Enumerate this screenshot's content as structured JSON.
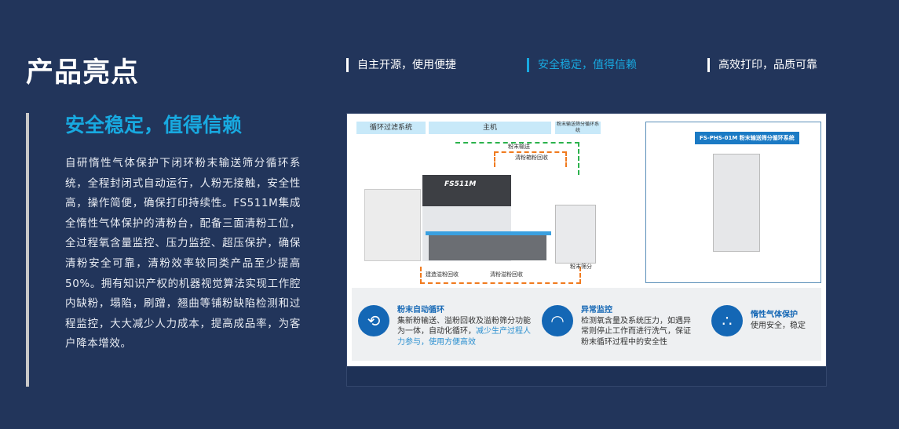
{
  "page_title": "产品亮点",
  "tabs": [
    {
      "label": "自主开源，使用便捷",
      "active": false
    },
    {
      "label": "安全稳定，值得信赖",
      "active": true
    },
    {
      "label": "高效打印，品质可靠",
      "active": false
    }
  ],
  "section": {
    "title": "安全稳定，值得信赖",
    "description": "自研惰性气体保护下闭环粉末输送筛分循环系统，全程封闭式自动运行，人粉无接触，安全性高，操作简便，确保打印持续性。FS511M集成全惰性气体保护的清粉台，配备三面清粉工位，全过程氧含量监控、压力监控、超压保护，确保清粉安全可靠，清粉效率较同类产品至少提高50%。拥有知识产权的机器视觉算法实现工作腔内缺粉，塌陷，刷蹭，翘曲等铺粉缺陷检测和过程监控，大大减少人力成本，提高成品率，为客户降本增效。"
  },
  "diagram": {
    "labels": [
      "循环过滤系统",
      "主机",
      "粉末输送筛分循环系统"
    ],
    "flows": [
      "粉末输送",
      "清粉箱粉回收",
      "建造溢粉回收",
      "清粉溢粉回收",
      "粉末筛分"
    ],
    "machine_logo": "FS511M",
    "inset_label": "FS-PHS-01M 粉末输送筛分循环系统"
  },
  "features": [
    {
      "icon": "cycle-icon",
      "title": "粉末自动循环",
      "text": "集新粉输送、溢粉回收及溢粉筛分功能为一体，自动化循环，",
      "highlight": "减少生产过程人力参与，使用方便高效"
    },
    {
      "icon": "gauge-icon",
      "title": "异常监控",
      "text": "检测氧含量及系统压力，如遇异常则停止工作而进行洗气，保证粉末循环过程中的安全性"
    },
    {
      "icon": "gas-icon",
      "title": "惰性气体保护",
      "text": "使用安全，稳定"
    }
  ],
  "colors": {
    "background": "#22355b",
    "accent": "#18a9e0",
    "icon_blue": "#1467b5"
  }
}
